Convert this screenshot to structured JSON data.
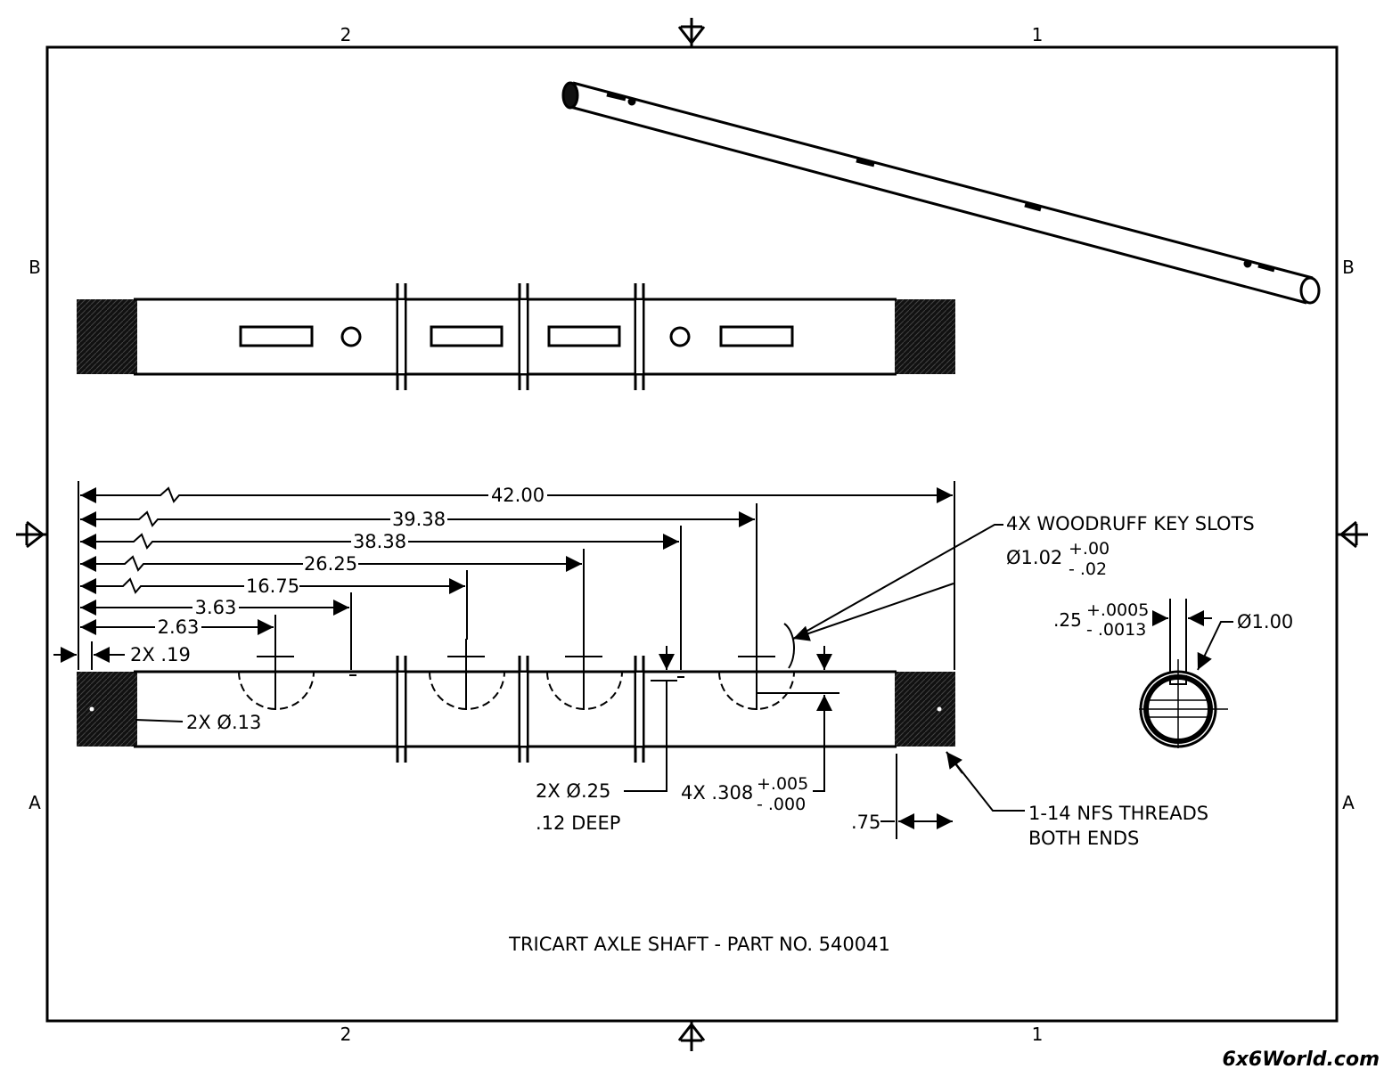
{
  "zone_labels": {
    "top_left": "2",
    "top_right": "1",
    "bottom_left": "2",
    "bottom_right": "1",
    "left_upper": "B",
    "right_upper": "B",
    "left_lower": "A",
    "right_lower": "A"
  },
  "dimensions": {
    "d_42_00": "42.00",
    "d_39_38": "39.38",
    "d_38_38": "38.38",
    "d_26_25": "26.25",
    "d_16_75": "16.75",
    "d_3_63": "3.63",
    "d_2_63": "2.63",
    "d_2x_19": "2X .19",
    "d_0_75": ".75"
  },
  "callouts": {
    "key_slots_line1": "4X WOODRUFF KEY SLOTS",
    "key_slots_diam": "Ø1.02",
    "key_slots_tol_plus": "+.00",
    "key_slots_tol_minus": "- .02",
    "holes_small": "2X Ø.13",
    "holes_large": "2X Ø.25",
    "holes_depth": ".12 DEEP",
    "slot_depth": "4X .308",
    "slot_tol_plus": "+.005",
    "slot_tol_minus": "- .000",
    "threads_line1": "1-14 NFS THREADS",
    "threads_line2": "BOTH ENDS",
    "section_width": ".25",
    "section_tol_plus": "+.0005",
    "section_tol_minus": "- .0013",
    "section_diam": "Ø1.00"
  },
  "title": "TRICART AXLE SHAFT - PART NO. 540041",
  "watermark": "6x6World.com",
  "colors": {
    "line": "#000000",
    "watermark": "#2a57c8",
    "background": "#ffffff"
  }
}
